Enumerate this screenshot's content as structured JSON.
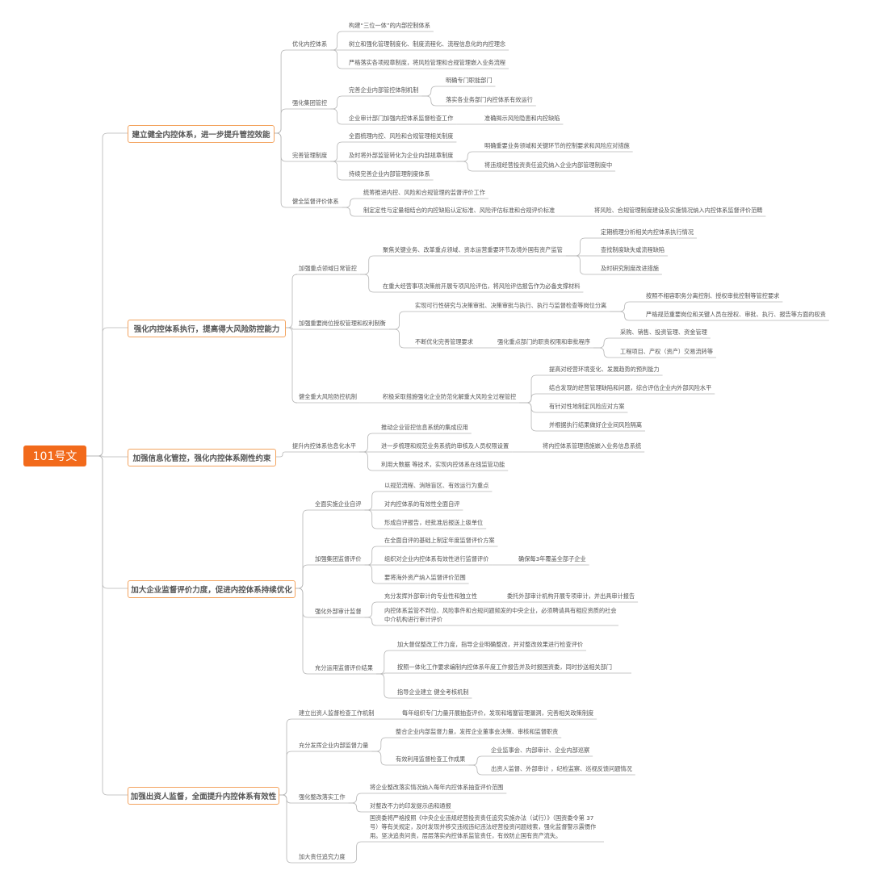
{
  "root": "101号文",
  "nodes": [
    {
      "id": "s1",
      "text": "建立健全内控体系，进一步提升管控效能"
    },
    {
      "id": "s1a",
      "text": "优化内控体系"
    },
    {
      "id": "s1a1",
      "text": "构建“三位一体”的内部控制体系"
    },
    {
      "id": "s1a2",
      "text": "树立和强化管理制度化、制度流程化、流程信息化的内控理念"
    },
    {
      "id": "s1a3",
      "text": "严格落实各项规章制度，将风险管理和合规管理嵌入业务流程"
    },
    {
      "id": "s1b",
      "text": "强化集团管控"
    },
    {
      "id": "s1b1",
      "text": "完善企业内部管控体制机制"
    },
    {
      "id": "s1b1a",
      "text": "明确专门职能部门"
    },
    {
      "id": "s1b1b",
      "text": "落实各业务部门内控体系有效运行"
    },
    {
      "id": "s1b2",
      "text": "企业审计部门加强内控体系监督检查工作"
    },
    {
      "id": "s1b2a",
      "text": "准确揭示风险隐患和内控缺陷"
    },
    {
      "id": "s1c",
      "text": "完善管理制度"
    },
    {
      "id": "s1c1",
      "text": "全面梳理内控、风险和合规管理相关制度"
    },
    {
      "id": "s1c2",
      "text": "及时将外部监管转化为企业内部规章制度"
    },
    {
      "id": "s1c2a",
      "text": "明确重要业务领域和关键环节的控制要求和风险应对措施"
    },
    {
      "id": "s1c2b",
      "text": "将违规经营投资责任追究纳入企业内部管理制度中"
    },
    {
      "id": "s1c3",
      "text": "持续完善企业内部管理制度体系"
    },
    {
      "id": "s1d",
      "text": "健全监督评价体系"
    },
    {
      "id": "s1d1",
      "text": "统筹推进内控、风险和合规管理的监督评价工作"
    },
    {
      "id": "s1d2",
      "text": "制定定性与定量相结合的内控缺陷认定标准、风险评估标准和合规评价标准"
    },
    {
      "id": "s1d2a",
      "text": "将风险、合规管理制度建设及实施情况纳入内控体系监督评价范畴"
    },
    {
      "id": "s2",
      "text": "强化内控体系执行，提高得大风险防控能力"
    },
    {
      "id": "s2a",
      "text": "加强重点领域日常管控"
    },
    {
      "id": "s2a1",
      "text": "聚焦关键业务、改革重点领域、资本运营重要环节及境外国有资产监管"
    },
    {
      "id": "s2a1a",
      "text": "定期梳理分析相关内控体系执行情况"
    },
    {
      "id": "s2a1b",
      "text": "查找制度缺失或流程缺陷"
    },
    {
      "id": "s2a1c",
      "text": "及时研究制度改进措施"
    },
    {
      "id": "s2a2",
      "text": "在重大经营事项决策前开展专项风险评估，将风险评估报告作为必备支撑材料"
    },
    {
      "id": "s2b",
      "text": "加强重要岗位授权管理和权利制衡"
    },
    {
      "id": "s2b1",
      "text": "实现可行性研究与决策审批、决策审批与执行、执行与监督检查等岗位分离"
    },
    {
      "id": "s2b1a",
      "text": "按照不相容职务分离控制、授权审批控制等管控要求"
    },
    {
      "id": "s2b1b",
      "text": "严格规范重要岗位和关键人员在授权、审批、执行、报告等方面的权责"
    },
    {
      "id": "s2b2",
      "text": "不断优化完善管理要求"
    },
    {
      "id": "s2b2a",
      "text": "强化重点部门的职责权限和审批程序"
    },
    {
      "id": "s2b2a1",
      "text": "采购、销售、投资管理、资金管理"
    },
    {
      "id": "s2b2a2",
      "text": "工程项目、产权（资产）交易流转等"
    },
    {
      "id": "s2c",
      "text": "健全重大风险防控机制"
    },
    {
      "id": "s2c1",
      "text": "积极采取措施强化企业防范化解重大风险全过程管控"
    },
    {
      "id": "s2c1a",
      "text": "提高对经营环境变化、发展趋势的预判能力"
    },
    {
      "id": "s2c1b",
      "text": "结合发现的经营管理缺陷和问题，综合评估企业内外部风险水平"
    },
    {
      "id": "s2c1c",
      "text": "有针对性地制定风险应对方案"
    },
    {
      "id": "s2c1d",
      "text": "并根据执行结果做好企业间风险隔离"
    },
    {
      "id": "s3",
      "text": "加强信息化管控，强化内控体系刚性约束"
    },
    {
      "id": "s3a",
      "text": "提升内控体系信息化水平"
    },
    {
      "id": "s3a1",
      "text": "推动企业管控信息系统的集成应用"
    },
    {
      "id": "s3a2",
      "text": "进一步梳理和规范业务系统的审核及人员权限设置"
    },
    {
      "id": "s3a2a",
      "text": "将内控体系管理措施嵌入业务信息系统"
    },
    {
      "id": "s3a3",
      "text": "利用大数据 等技术，实现内控体系在线监管功能"
    },
    {
      "id": "s4",
      "text": "加大企业监督评价力度，促进内控体系持续优化"
    },
    {
      "id": "s4a",
      "text": "全面实施企业自评"
    },
    {
      "id": "s4a1",
      "text": "以规范流程、消除盲区、有效运行为重点"
    },
    {
      "id": "s4a2",
      "text": "对内控体系的有效性全面自评"
    },
    {
      "id": "s4a3",
      "text": "形成自评报告，经批准后报送上级单位"
    },
    {
      "id": "s4b",
      "text": "加强集团监督评价"
    },
    {
      "id": "s4b1",
      "text": "在全面自评的基础上制定年度监督评价方案"
    },
    {
      "id": "s4b2",
      "text": "组织对企业内控体系有效性进行监督评价"
    },
    {
      "id": "s4b2a",
      "text": "确保每3年覆盖全部子企业"
    },
    {
      "id": "s4b3",
      "text": "要将海外资产纳入监督评价范围"
    },
    {
      "id": "s4c",
      "text": "强化外部审计监督"
    },
    {
      "id": "s4c1",
      "text": "充分发挥外部审计的专业性和独立性"
    },
    {
      "id": "s4c1a",
      "text": "委托外部审计机构开展专项审计，并出具审计报告"
    },
    {
      "id": "s4c2",
      "text": "内控体系监管不到位、风险事件和合规问题频发的中央企业，必须聘请具有相应资质的社会中介机构进行审计评价"
    },
    {
      "id": "s4d",
      "text": "充分运用监督评价结果"
    },
    {
      "id": "s4d1",
      "text": "加大督促整改工作力度，指导企业明确整改，并对整改效果进行检查评价"
    },
    {
      "id": "s4d2",
      "text": "按照一体化工作要求编制内控体系年度工作报告并及时报国资委，同时抄送相关部门"
    },
    {
      "id": "s4d3",
      "text": "指导企业建立 健全考核机制"
    },
    {
      "id": "s5",
      "text": "加强出资人监督，全面提升内控体系有效性"
    },
    {
      "id": "s5a",
      "text": "建立出资人监督检查工作机制"
    },
    {
      "id": "s5a1",
      "text": "每年组织专门力量开展抽查评价，发现和堵塞管理漏洞，完善相关政策制度"
    },
    {
      "id": "s5b",
      "text": "充分发挥企业内部监督力量"
    },
    {
      "id": "s5b1",
      "text": "整合企业内部监督力量，发挥企业董事会决策、审核和监督职责"
    },
    {
      "id": "s5b2",
      "text": "有效利用监督检查工作成果"
    },
    {
      "id": "s5b2a",
      "text": "企业监事会、内部审计、企业内部巡察"
    },
    {
      "id": "s5b2b",
      "text": "出资人监督、外部审计 ，纪检监察、巡视反馈问题情况"
    },
    {
      "id": "s5c",
      "text": "强化整改落实工作"
    },
    {
      "id": "s5c1",
      "text": "将企业整改落实情况纳入每年内控体系抽查评价范围"
    },
    {
      "id": "s5c2",
      "text": "对整改不力的印发提示函和通报"
    },
    {
      "id": "s5d",
      "text": "加大责任追究力度"
    },
    {
      "id": "s5d1",
      "text": "国资委将严格按照《中央企业违规经营投资责任追究实施办法（试行）》（国资委令第 37 号）等有关规定，及时发现并移交违规违纪违法经营投资问题线索，强化监督警示震慑作用。坚决追责问责，层层落实内控体系监管责任，有效防止国有资产流失。"
    }
  ]
}
